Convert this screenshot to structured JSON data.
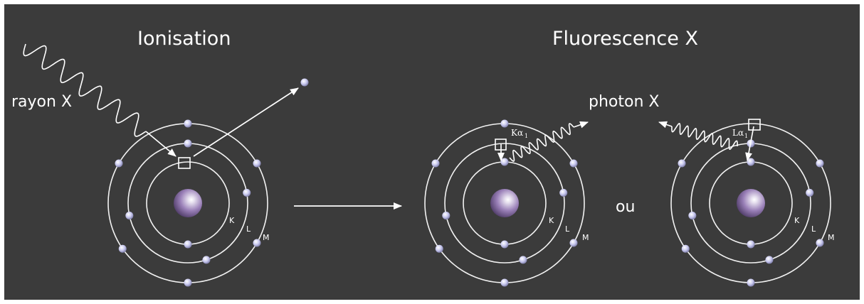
{
  "titles": {
    "ionisation": "Ionisation",
    "fluorescence": "Fluorescence X"
  },
  "labels": {
    "rayon_x": "rayon X",
    "photon_x": "photon X",
    "ou": "ou",
    "shell_k": "K",
    "shell_l": "L",
    "shell_m": "M",
    "k_alpha": "Kα",
    "l_alpha": "Lα",
    "subscript": "1"
  },
  "colors": {
    "background": "#3b3b3b",
    "lines": "#ffffff",
    "electron": "#c8c8ee",
    "nucleus": "#9a80b8"
  }
}
